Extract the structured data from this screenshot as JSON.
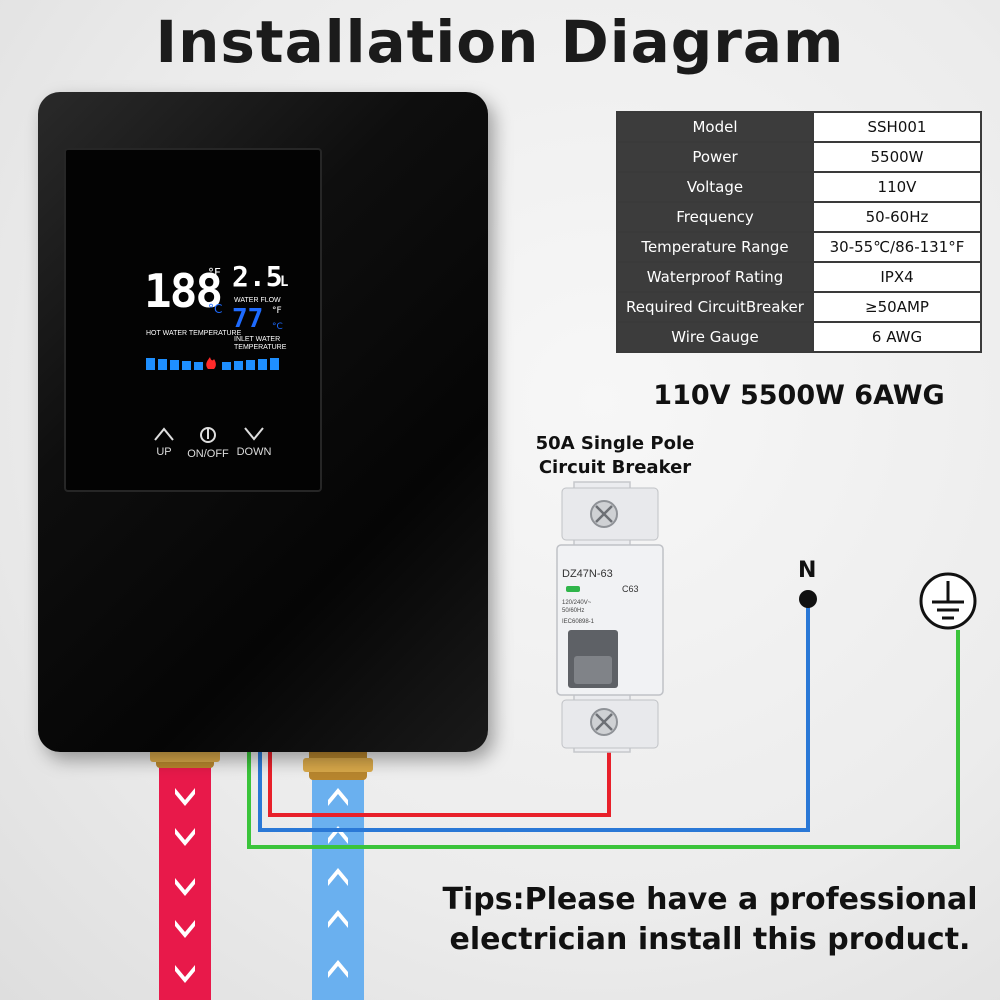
{
  "title": "Installation Diagram",
  "specs": [
    {
      "label": "Model",
      "value": "SSH001"
    },
    {
      "label": "Power",
      "value": "5500W"
    },
    {
      "label": "Voltage",
      "value": "110V"
    },
    {
      "label": "Frequency",
      "value": "50-60Hz"
    },
    {
      "label": "Temperature Range",
      "value": "30-55℃/86-131°F"
    },
    {
      "label": "Waterproof Rating",
      "value": "IPX4"
    },
    {
      "label": "Required CircuitBreaker",
      "value": "≥50AMP"
    },
    {
      "label": "Wire Gauge",
      "value": "6 AWG"
    }
  ],
  "summary": "110V 5500W 6AWG",
  "breaker": {
    "label_line1": "50A Single Pole",
    "label_line2": "Circuit Breaker",
    "model": "DZ47N-63",
    "rating": "C63",
    "voltage": "120/240V~",
    "freq": "50/60Hz",
    "standard": "IEC60898-1"
  },
  "terminal_neutral": "N",
  "display": {
    "hot_temp": "188",
    "hot_unit_f": "°F",
    "hot_unit_c": "°C",
    "hot_label": "HOT WATER TEMPERATURE",
    "flow": "2.5",
    "flow_unit": "L",
    "flow_label": "WATER FLOW",
    "inlet_temp": "77",
    "inlet_unit_f": "°F",
    "inlet_unit_c": "°C",
    "inlet_label_1": "INLET WATER",
    "inlet_label_2": "TEMPERATURE"
  },
  "buttons": {
    "up": "UP",
    "power": "ON/OFF",
    "down": "DOWN"
  },
  "tips_line1": "Tips:Please have a professional",
  "tips_line2": "electrician install this product.",
  "colors": {
    "hot_pipe": "#e8194a",
    "cold_pipe": "#6ab0ef",
    "live_wire": "#e8202a",
    "neutral_wire": "#2a78d6",
    "ground_wire": "#3bc43b",
    "lcd_bar": "#1e8fff"
  },
  "icons": [
    "up-arrow-icon",
    "power-icon",
    "down-arrow-icon",
    "ground-symbol-icon",
    "flame-icon",
    "screw-icon"
  ]
}
